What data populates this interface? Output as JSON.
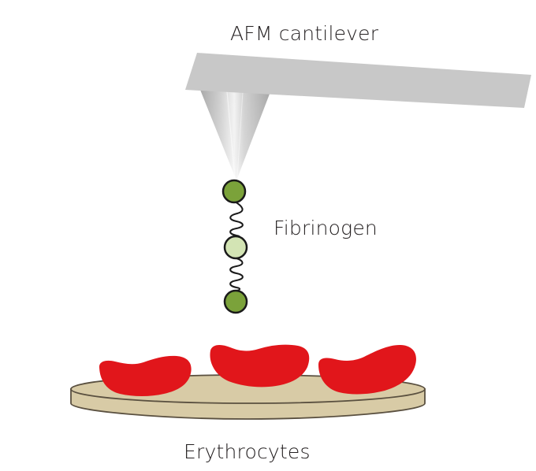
{
  "labels": {
    "cantilever": "AFM cantilever",
    "fibrinogen": "Fibrinogen",
    "erythrocytes": "Erythrocytes"
  },
  "colors": {
    "cantilever": "#c8c8c8",
    "tip_edge": "#a9a9a9",
    "tip_highlight": "#f2f2f2",
    "fibrinogen_end_domain": "#7ba23a",
    "fibrinogen_center_domain": "#d3e4b4",
    "domain_outline": "#1a1a1a",
    "erythrocyte": "#e1161b",
    "substrate_fill": "#d8cba6",
    "substrate_outline": "#5a5040",
    "text": "#231f20"
  },
  "icons": {
    "cantilever": "afm-cantilever-beam",
    "tip": "afm-tip-cone",
    "molecule": "fibrinogen-trinodular-molecule",
    "cells": "erythrocyte-discocyte",
    "substrate": "substrate-dish"
  }
}
